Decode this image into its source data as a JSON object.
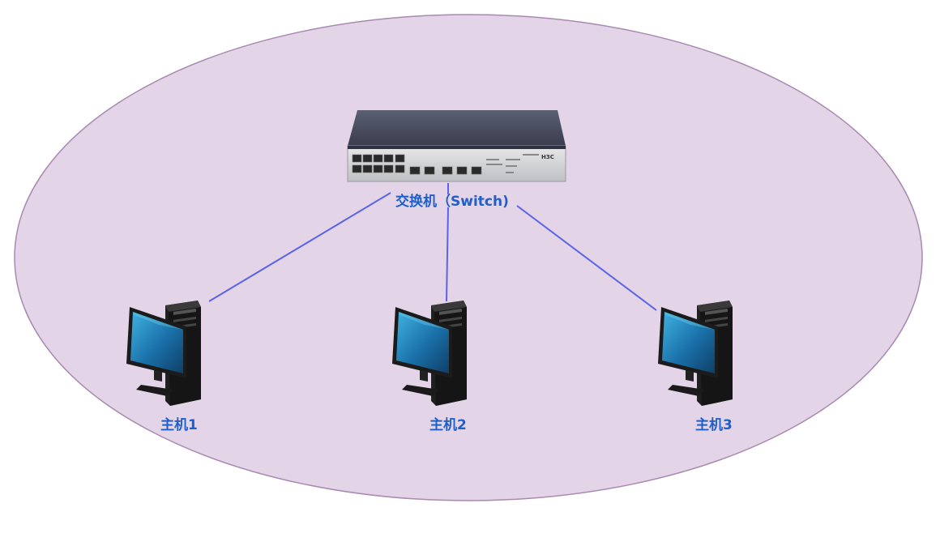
{
  "diagram": {
    "switch": {
      "label": "交换机（Switch)",
      "brand": "H3C",
      "icon": "network-switch-icon"
    },
    "hosts": [
      {
        "label": "主机1",
        "icon": "desktop-computer-icon"
      },
      {
        "label": "主机2",
        "icon": "desktop-computer-icon"
      },
      {
        "label": "主机3",
        "icon": "desktop-computer-icon"
      }
    ],
    "colors": {
      "region_fill": "#e3d4e8",
      "region_stroke": "#a889b0",
      "link": "#5b63e6",
      "label": "#1f5fc9"
    }
  }
}
